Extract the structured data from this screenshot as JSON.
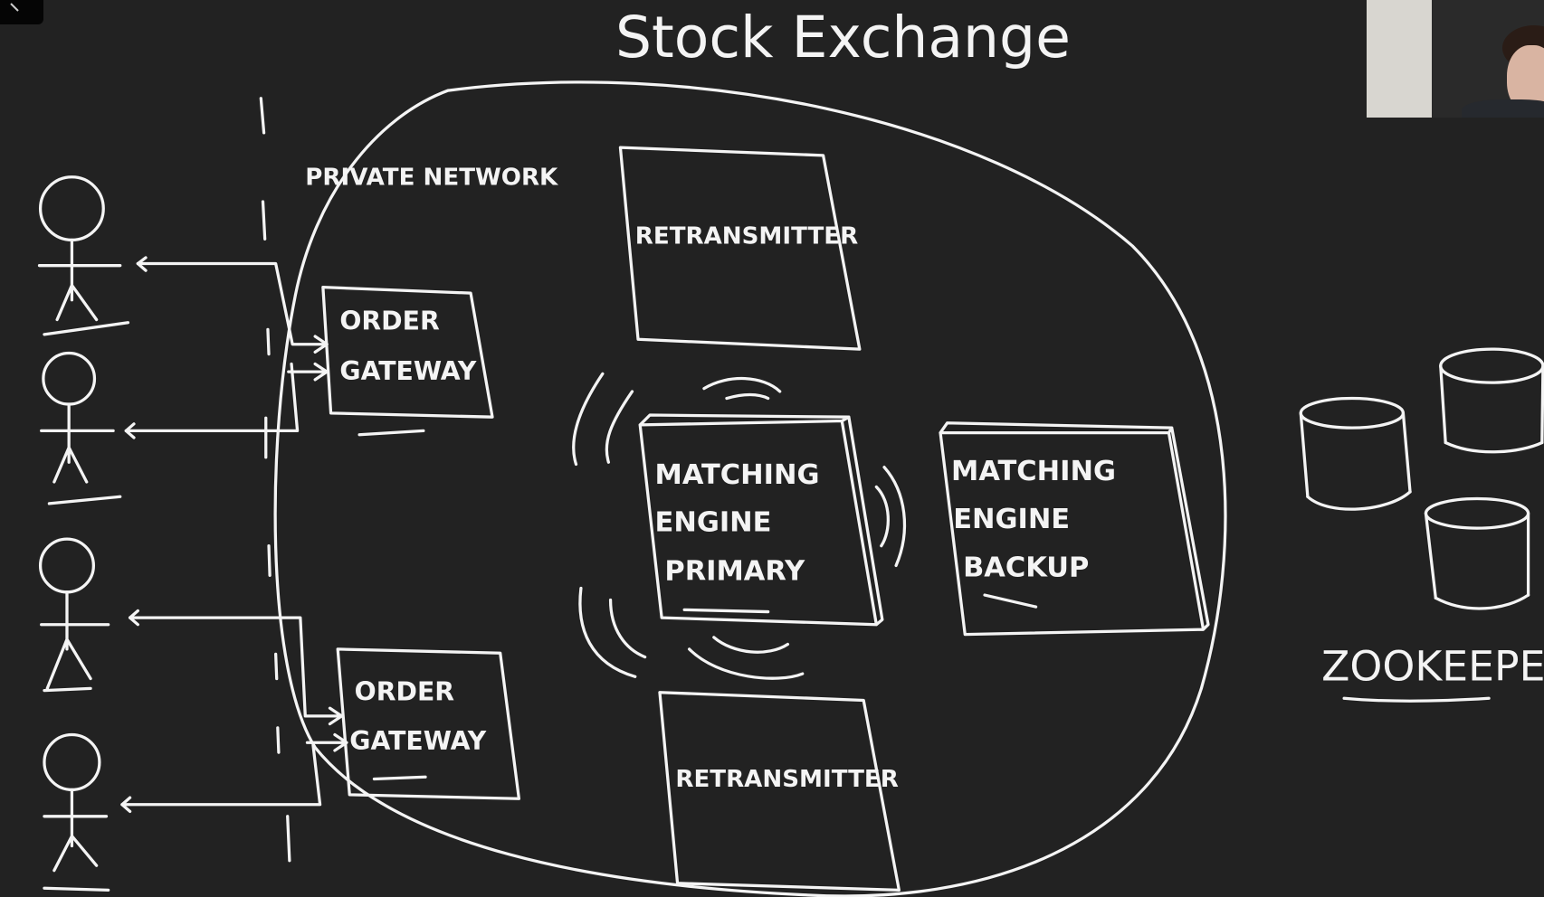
{
  "title": "Stock Exchange",
  "labels": {
    "private_network": "PRIVATE NETWORK",
    "retransmitter_top": "RETRANSMITTER",
    "retransmitter_bottom": "RETRANSMITTER",
    "order_gateway_top": [
      "ORDER",
      "GATEWAY"
    ],
    "order_gateway_bottom": [
      "ORDER",
      "GATEWAY"
    ],
    "matching_engine_primary": [
      "MATCHING",
      "ENGINE",
      "PRIMARY"
    ],
    "matching_engine_backup": [
      "MATCHING",
      "ENGINE",
      "BACKUP"
    ],
    "zookeeper": "ZOOKEEPER"
  },
  "icons": {
    "back": "chevron-left-icon",
    "user": "stick-figure-icon",
    "db": "database-cylinder-icon"
  },
  "colors": {
    "background": "#222222",
    "ink": "#f4f4f4"
  }
}
